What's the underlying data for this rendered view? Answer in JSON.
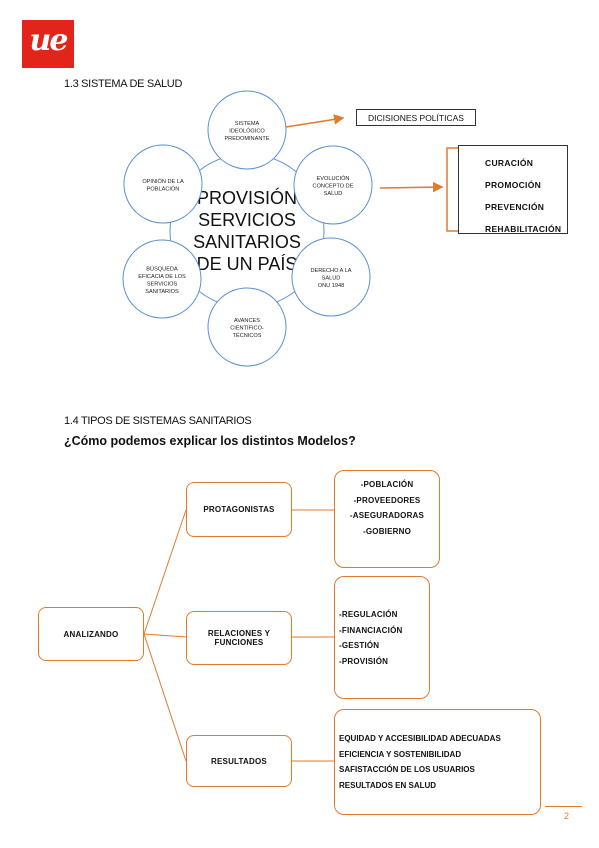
{
  "logo": {
    "text": "ue",
    "color": "#e3241b"
  },
  "section1": {
    "title": "1.3 SISTEMA DE SALUD",
    "center_lines": [
      "PROVISIÓN",
      "SERVICIOS",
      "SANITARIOS",
      "DE UN PAÍS"
    ],
    "satellites": [
      {
        "lines": [
          "SISTEMA",
          "IDEOLÓGICO",
          "PREDOMINANTE"
        ]
      },
      {
        "lines": [
          "EVOLUCIÓN",
          "CONCEPTO DE",
          "SALUD"
        ]
      },
      {
        "lines": [
          "DERECHO A LA",
          "SALUD",
          "ONU 1948"
        ]
      },
      {
        "lines": [
          "AVANCES",
          "CIENTÍFICO-",
          "TÉCNICOS"
        ]
      },
      {
        "lines": [
          "BÚSQUEDA",
          "EFICACIA DE LOS",
          "SERVICIOS",
          "SANITARIOS"
        ]
      },
      {
        "lines": [
          "OPINIÓN DE LA",
          "POBLACIÓN"
        ]
      }
    ],
    "decisiones": "DICISIONES POLÍTICAS",
    "provision_items": [
      "CURACIÓN",
      "PROMOCIÓN",
      "PREVENCIÓN",
      "REHABILITACIÓN"
    ]
  },
  "section2": {
    "title": "1.4 TIPOS DE SISTEMAS SANITARIOS",
    "question": "¿Cómo podemos explicar los distintos Modelos?",
    "root": "ANALIZANDO",
    "branches": [
      {
        "label": "PROTAGONISTAS",
        "items": [
          "-POBLACIÓN",
          "-PROVEEDORES",
          "-ASEGURADORAS",
          "-GOBIERNO"
        ]
      },
      {
        "label": "RELACIONES Y FUNCIONES",
        "items": [
          "-REGULACIÓN",
          "-FINANCIACIÓN",
          "-GESTIÓN",
          "-PROVISIÓN"
        ]
      },
      {
        "label": "RESULTADOS",
        "items": [
          "EQUIDAD Y ACCESIBILIDAD ADECUADAS",
          "EFICIENCIA Y SOSTENIBILIDAD",
          "SAFISTACCIÓN DE LOS USUARIOS",
          "RESULTADOS EN SALUD"
        ]
      }
    ]
  },
  "page_number": "2",
  "colors": {
    "accent": "#e07a2e",
    "circle": "#5b8fd4"
  }
}
